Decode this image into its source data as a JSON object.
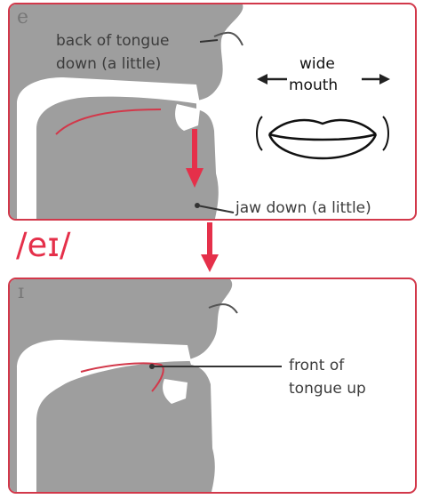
{
  "diagram": {
    "ipa_symbol": "/eɪ/",
    "top_panel": {
      "vowel_symbol": "e",
      "back_tongue_label_line1": "back of tongue",
      "back_tongue_label_line2": "down (a little)",
      "mouth_label_line1": "wide",
      "mouth_label_line2": "mouth",
      "jaw_label": "jaw down (a little)"
    },
    "bottom_panel": {
      "vowel_symbol": "ɪ",
      "front_tongue_label_line1": "front of",
      "front_tongue_label_line2": "tongue up"
    },
    "colors": {
      "accent": "#e5304a",
      "frame": "#d2384a",
      "head": "#9e9e9e",
      "text": "#3c3c3c"
    }
  }
}
